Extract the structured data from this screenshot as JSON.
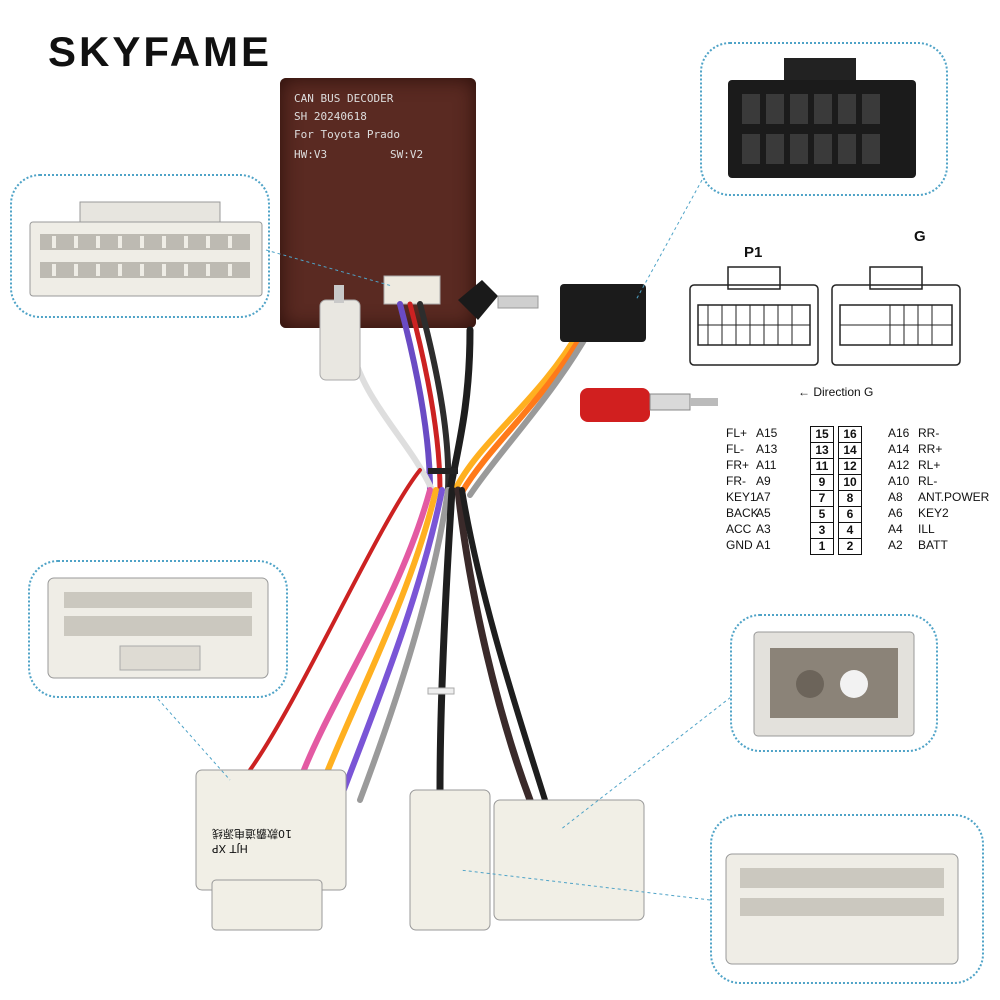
{
  "brand": {
    "name": "SKYFAME"
  },
  "decoder": {
    "line1": "CAN BUS DECODER",
    "line2": "SH 20240618",
    "line3": "For Toyota Prado",
    "hw": "HW:V3",
    "sw": "SW:V2"
  },
  "connectors": {
    "p1_label": "P1",
    "g_label": "G",
    "direction_label": "Direction G"
  },
  "pinout": {
    "rows": [
      {
        "left_fn": "FL+",
        "left_code": "A15",
        "left_pin": "15",
        "right_pin": "16",
        "right_code": "A16",
        "right_fn": "RR-"
      },
      {
        "left_fn": "FL-",
        "left_code": "A13",
        "left_pin": "13",
        "right_pin": "14",
        "right_code": "A14",
        "right_fn": "RR+"
      },
      {
        "left_fn": "FR+",
        "left_code": "A11",
        "left_pin": "11",
        "right_pin": "12",
        "right_code": "A12",
        "right_fn": "RL+"
      },
      {
        "left_fn": "FR-",
        "left_code": "A9",
        "left_pin": "9",
        "right_pin": "10",
        "right_code": "A10",
        "right_fn": "RL-"
      },
      {
        "left_fn": "KEY1",
        "left_code": "A7",
        "left_pin": "7",
        "right_pin": "8",
        "right_code": "A8",
        "right_fn": "ANT.POWER"
      },
      {
        "left_fn": "BACK",
        "left_code": "A5",
        "left_pin": "5",
        "right_pin": "6",
        "right_code": "A6",
        "right_fn": "KEY2"
      },
      {
        "left_fn": "ACC",
        "left_code": "A3",
        "left_pin": "3",
        "right_pin": "4",
        "right_code": "A4",
        "right_fn": "ILL"
      },
      {
        "left_fn": "GND",
        "left_code": "A1",
        "left_pin": "1",
        "right_pin": "2",
        "right_code": "A2",
        "right_fn": "BATT"
      }
    ]
  },
  "harness_label": {
    "line1": "10款霸道电源线",
    "line2": "HJT  XP"
  },
  "colors": {
    "inset_border": "#4fa3c7",
    "decoder_case": "#5a2a22",
    "connector_white": "#f1efe6"
  }
}
